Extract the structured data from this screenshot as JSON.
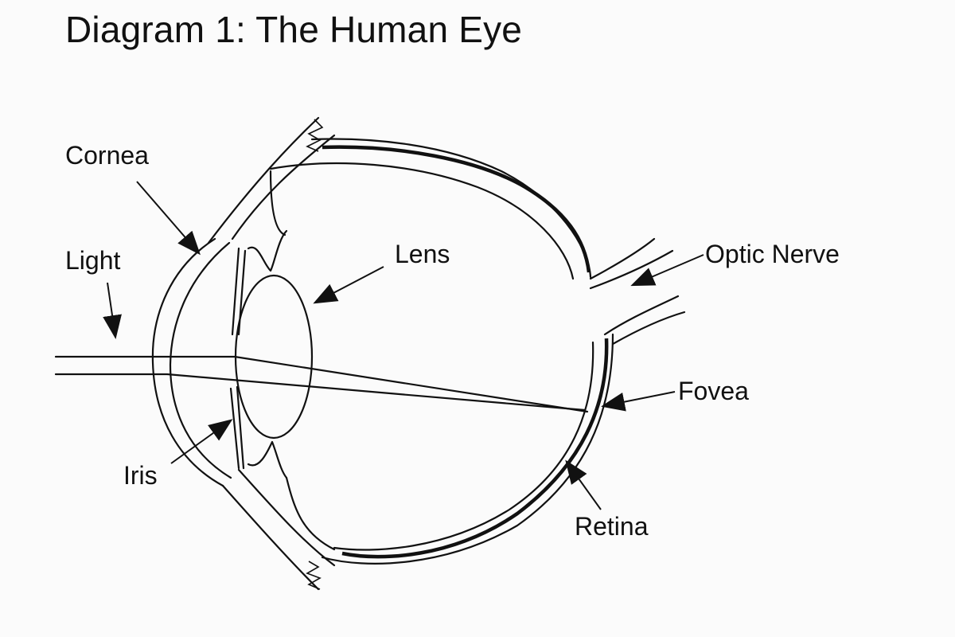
{
  "title": "Diagram 1: The Human Eye",
  "labels": {
    "cornea": "Cornea",
    "light": "Light",
    "lens": "Lens",
    "optic_nerve": "Optic Nerve",
    "fovea": "Fovea",
    "iris": "Iris",
    "retina": "Retina"
  }
}
